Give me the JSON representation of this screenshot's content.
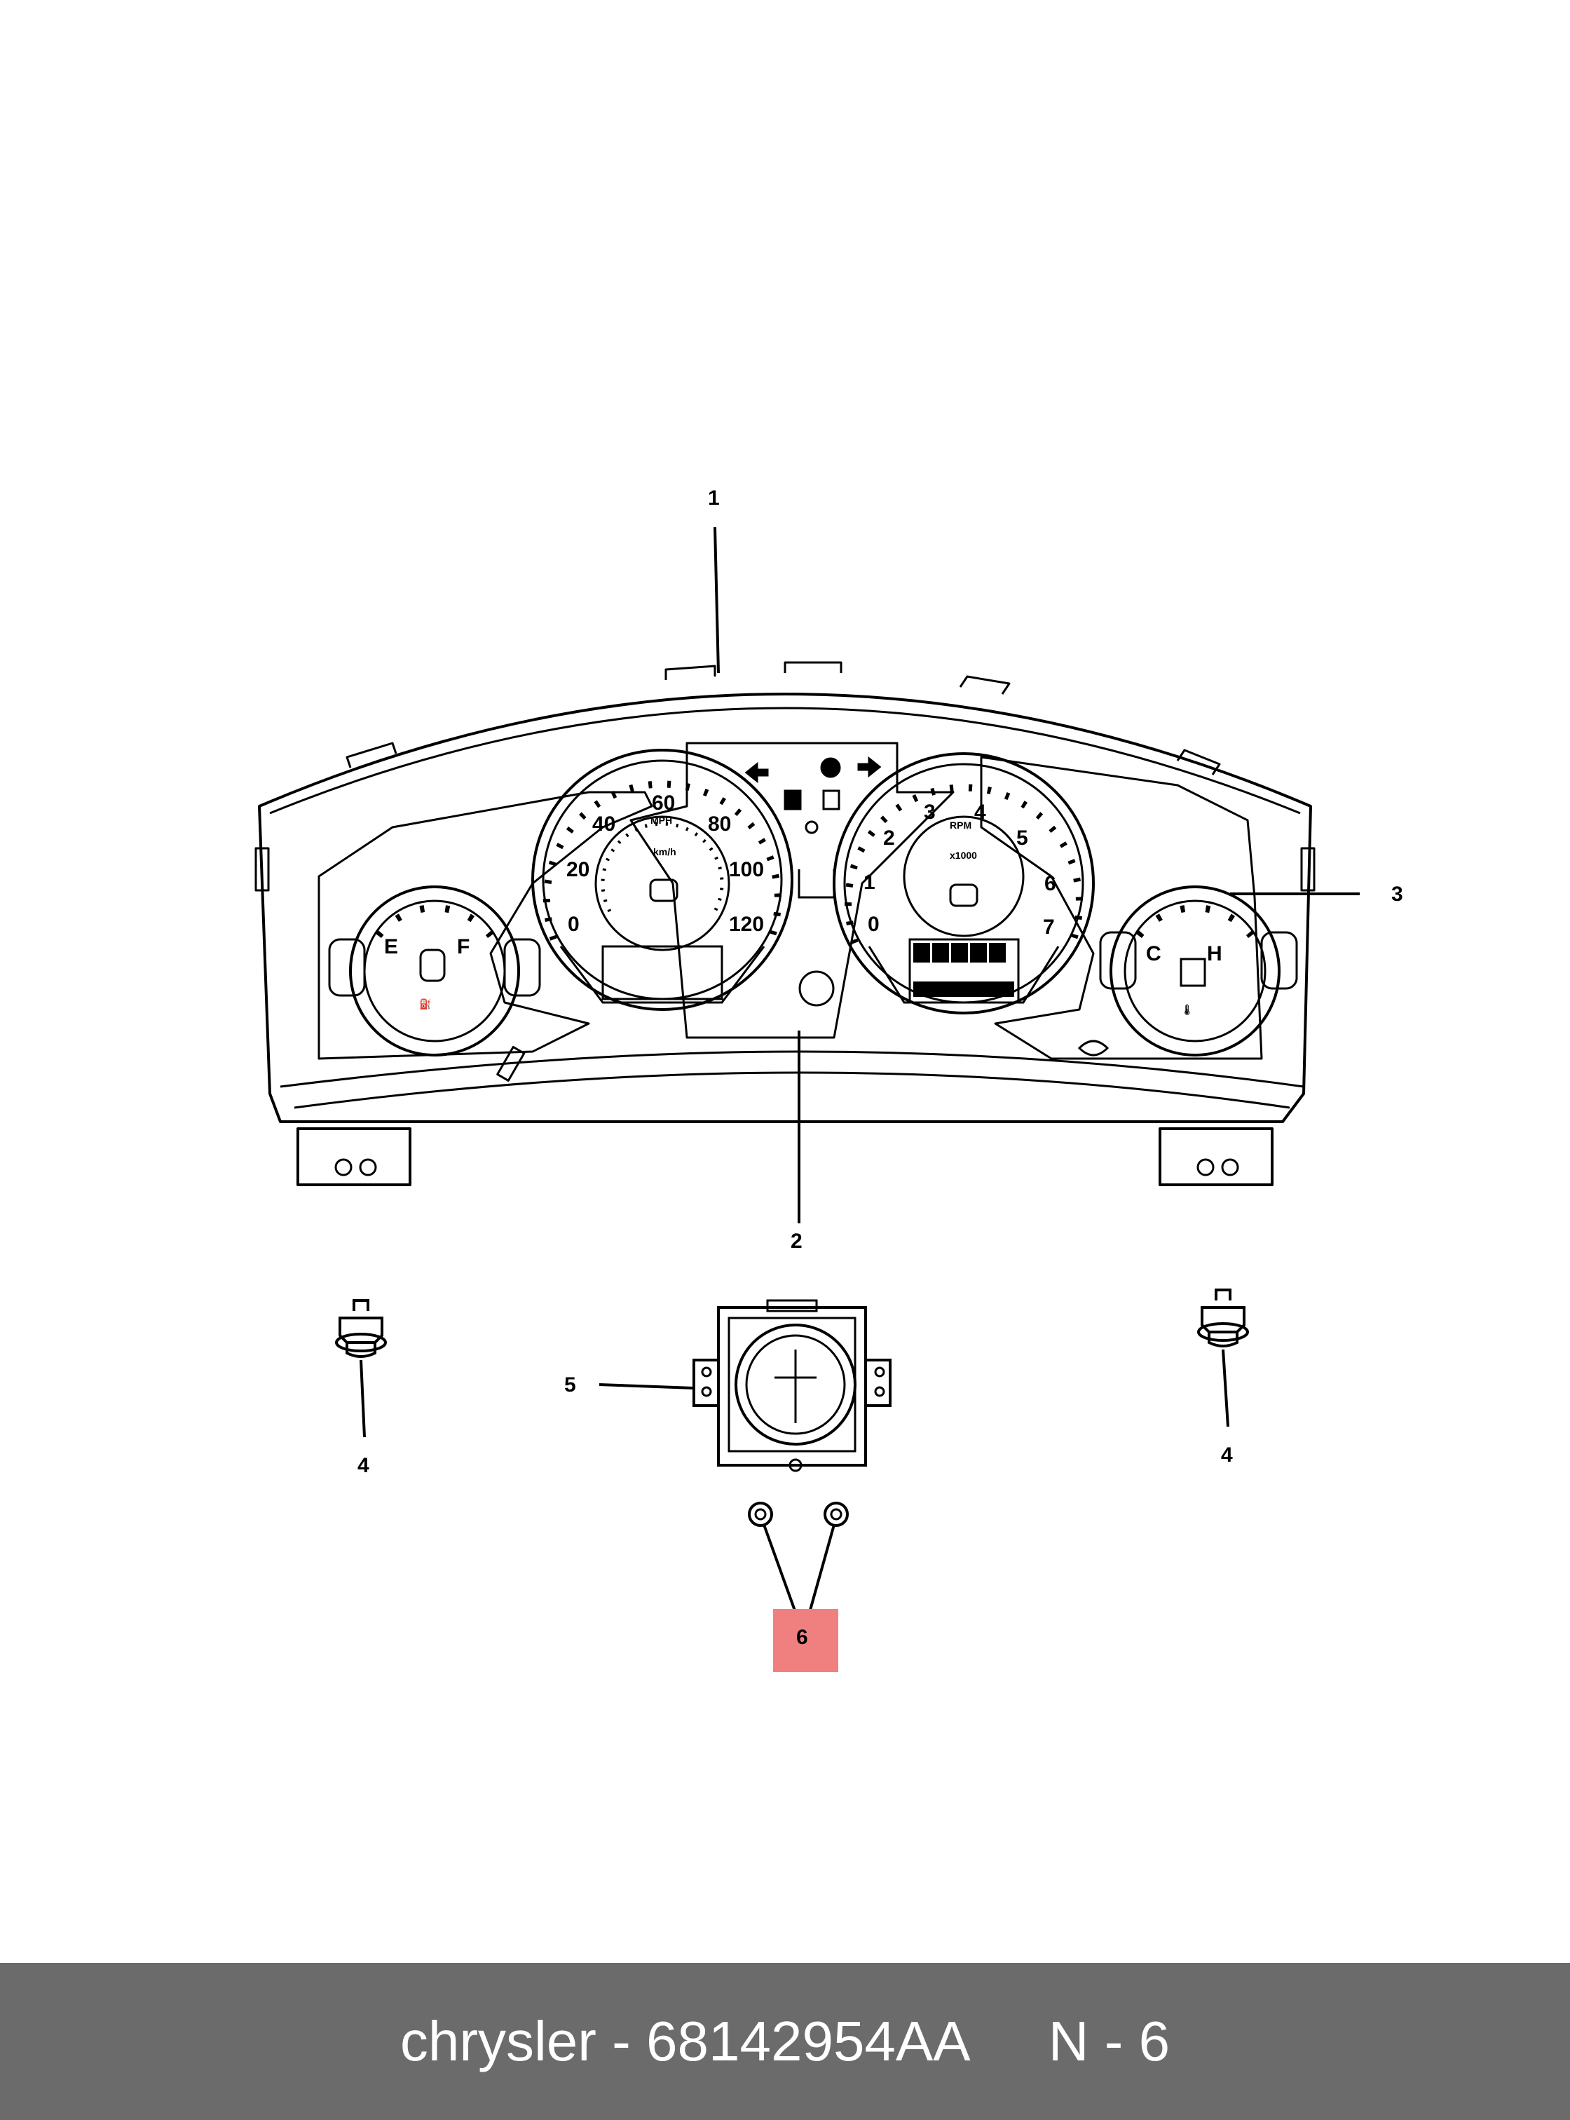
{
  "diagram": {
    "callouts": {
      "c1": "1",
      "c2": "2",
      "c3": "3",
      "c4_left": "4",
      "c4_right": "4",
      "c5": "5",
      "c6": "6"
    },
    "highlight_color": "#f08080",
    "speedometer": {
      "unit": "MPH",
      "unit_secondary": "km/h",
      "major_ticks": [
        "0",
        "20",
        "40",
        "60",
        "80",
        "100",
        "120"
      ]
    },
    "tachometer": {
      "unit": "RPM",
      "multiplier": "x1000",
      "ticks": [
        "0",
        "1",
        "2",
        "3",
        "4",
        "5",
        "6",
        "7"
      ]
    },
    "fuel_gauge": {
      "empty": "E",
      "full": "F"
    },
    "temp_gauge": {
      "cold": "C",
      "hot": "H"
    }
  },
  "footer": {
    "brand": "chrysler",
    "separator": " - ",
    "part_number": "68142954AA",
    "position_label": "N - 6"
  }
}
